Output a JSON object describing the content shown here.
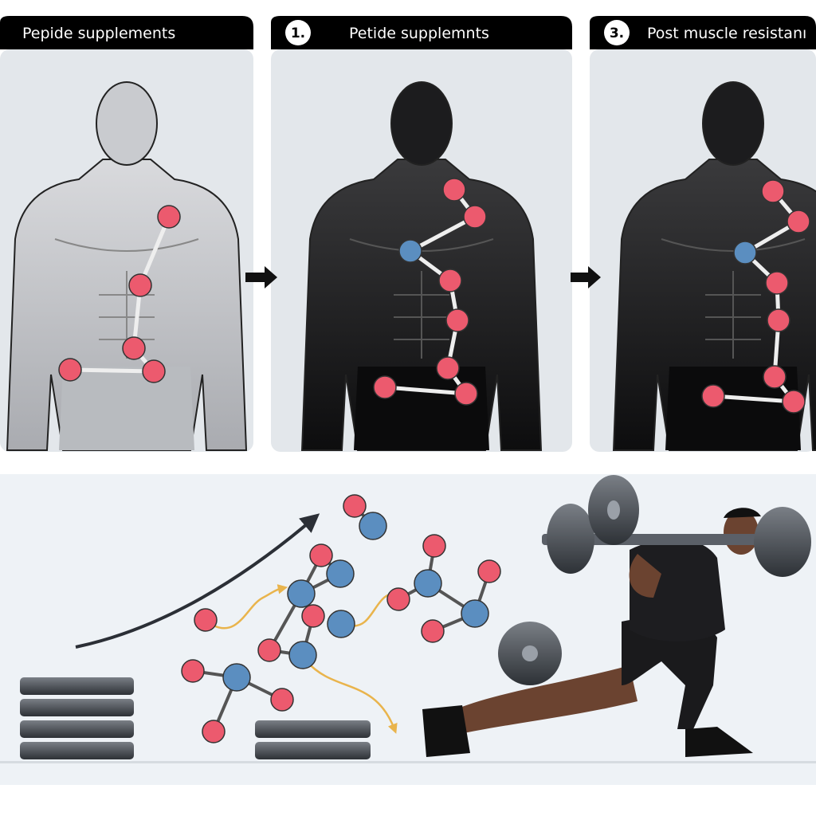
{
  "panels": [
    {
      "number": "",
      "title": "Pepide supplements",
      "skin": "light"
    },
    {
      "number": "1.",
      "title": "Petide supplemnts",
      "skin": "dark"
    },
    {
      "number": "3.",
      "title": "Post muscle resistanı",
      "skin": "dark"
    }
  ],
  "colors": {
    "header": "#000000",
    "panel_bg": "#e3e7eb",
    "molecule_red": "#ec5a6e",
    "molecule_blue": "#5b8ec0",
    "bottom_bg": "#eef2f6",
    "arrow_yellow": "#e9b44c"
  },
  "icons": [
    "arrow-right-icon",
    "trend-arrow-icon",
    "molecule-icon",
    "weight-plate-icon",
    "barbell-icon"
  ]
}
